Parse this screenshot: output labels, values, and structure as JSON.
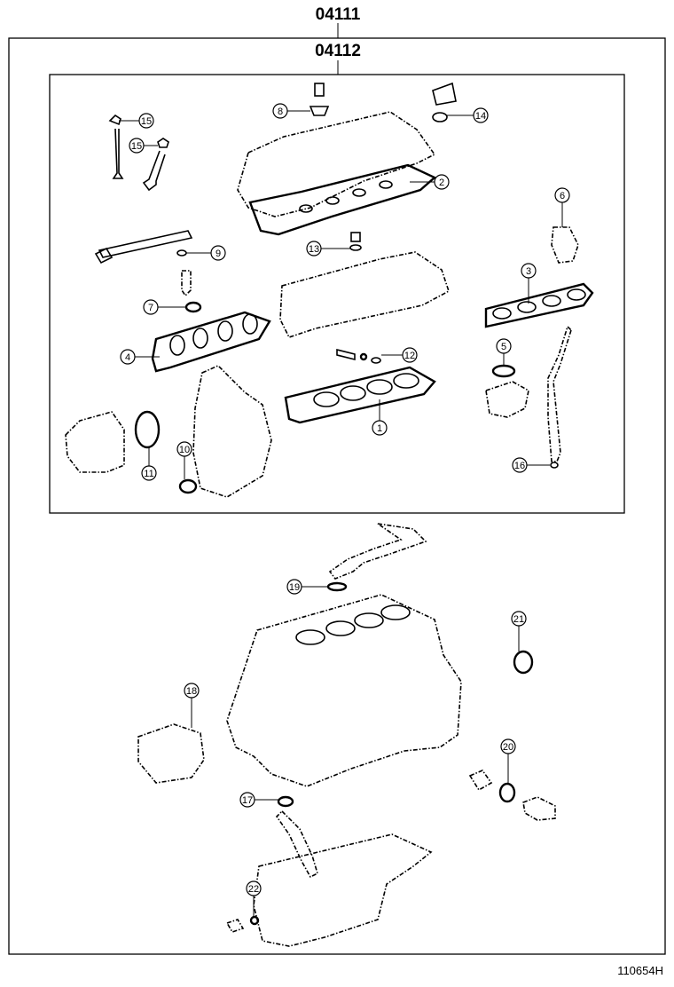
{
  "assembly_numbers": {
    "outer": "04111",
    "inner": "04112"
  },
  "figure_id": "110654H",
  "callouts": [
    {
      "id": "c1",
      "label": "1"
    },
    {
      "id": "c2",
      "label": "2"
    },
    {
      "id": "c3",
      "label": "3"
    },
    {
      "id": "c4",
      "label": "4"
    },
    {
      "id": "c5",
      "label": "5"
    },
    {
      "id": "c6",
      "label": "6"
    },
    {
      "id": "c7",
      "label": "7"
    },
    {
      "id": "c8",
      "label": "8"
    },
    {
      "id": "c9",
      "label": "9"
    },
    {
      "id": "c10",
      "label": "10"
    },
    {
      "id": "c11",
      "label": "11"
    },
    {
      "id": "c12",
      "label": "12"
    },
    {
      "id": "c13",
      "label": "13"
    },
    {
      "id": "c14",
      "label": "14"
    },
    {
      "id": "c15a",
      "label": "15"
    },
    {
      "id": "c15b",
      "label": "15"
    },
    {
      "id": "c16",
      "label": "16"
    },
    {
      "id": "c17",
      "label": "17"
    },
    {
      "id": "c18",
      "label": "18"
    },
    {
      "id": "c19",
      "label": "19"
    },
    {
      "id": "c20",
      "label": "20"
    },
    {
      "id": "c21",
      "label": "21"
    },
    {
      "id": "c22",
      "label": "22"
    }
  ]
}
